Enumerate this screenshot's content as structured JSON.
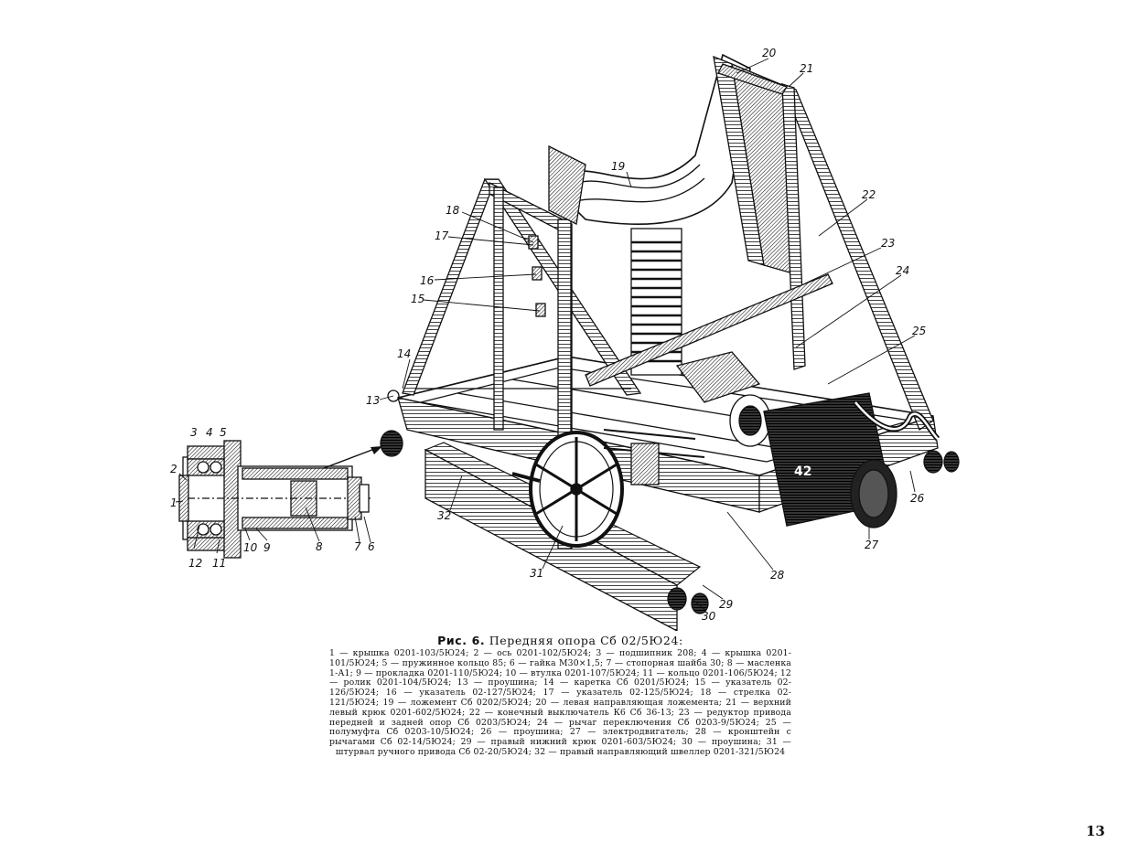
{
  "figure": {
    "label": "Рис. 6.",
    "title": "Передняя опора Сб 02/5Ю24:",
    "callouts": [
      "1",
      "2",
      "3",
      "4",
      "5",
      "6",
      "7",
      "8",
      "9",
      "10",
      "11",
      "12",
      "13",
      "14",
      "15",
      "16",
      "17",
      "18",
      "19",
      "20",
      "21",
      "22",
      "23",
      "24",
      "25",
      "26",
      "27",
      "28",
      "29",
      "30",
      "31",
      "32"
    ],
    "motor_marking": "42",
    "parts_text": "1 — крышка 0201-103/5Ю24; 2 — ось 0201-102/5Ю24; 3 — подшипник 208; 4 — крышка 0201-101/5Ю24; 5 — пружинное кольцо 85; 6 — гайка М30×1,5; 7 — стопорная шайба 30; 8 — масленка 1-А1; 9 — прокладка 0201-110/5Ю24; 10 — втулка 0201-107/5Ю24; 11 — кольцо 0201-106/5Ю24; 12 — ролик 0201-104/5Ю24; 13 — проушина; 14 — каретка Сб 0201/5Ю24; 15 — указатель 02-126/5Ю24; 16 — указатель 02-127/5Ю24; 17 — указатель 02-125/5Ю24; 18 — стрелка 02-121/5Ю24; 19 — ложемент Сб 0202/5Ю24; 20 — левая направляющая ложемента; 21 — верхний левый крюк 0201-602/5Ю24; 22 — конечный выключатель К6 Сб 36-13; 23 — редуктор привода передней и задней опор Сб 0203/5Ю24; 24 — рычаг переключения Сб 0203-9/5Ю24; 25 — полумуфта Сб 0203-10/5Ю24; 26 — проушина; 27 — электродвигатель; 28 — кронштейн с рычагами Сб 02-14/5Ю24; 29 — правый нижний крюк 0201-603/5Ю24; 30 — проушина; 31 — штурвал ручного привода Сб 02-20/5Ю24; 32 — правый направляющий швеллер 0201-321/5Ю24"
  },
  "page_number": "13"
}
